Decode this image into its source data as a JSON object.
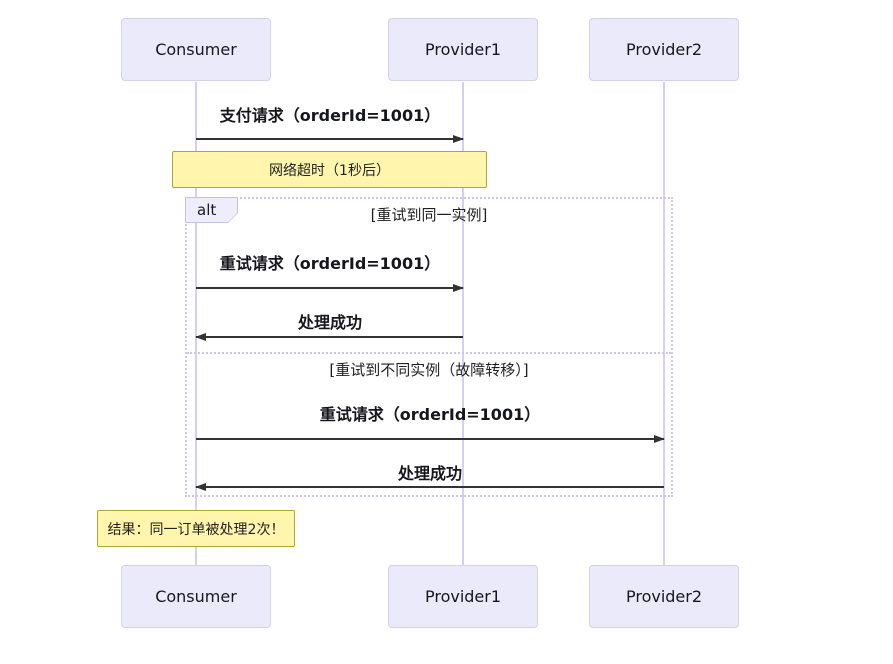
{
  "seq": {
    "participants": [
      {
        "name": "Consumer"
      },
      {
        "name": "Provider1"
      },
      {
        "name": "Provider2"
      }
    ],
    "messages": [
      {
        "label": "支付请求（orderId=1001）",
        "from": "Consumer",
        "to": "Provider1",
        "direction": "right",
        "line": "solid"
      },
      {
        "label": "重试请求（orderId=1001）",
        "from": "Consumer",
        "to": "Provider1",
        "direction": "right",
        "line": "solid"
      },
      {
        "label": "处理成功",
        "from": "Provider1",
        "to": "Consumer",
        "direction": "left",
        "line": "solid"
      },
      {
        "label": "重试请求（orderId=1001）",
        "from": "Consumer",
        "to": "Provider2",
        "direction": "right",
        "line": "solid"
      },
      {
        "label": "处理成功",
        "from": "Provider2",
        "to": "Consumer",
        "direction": "left",
        "line": "solid"
      }
    ],
    "notes": [
      {
        "text": "网络超时（1秒后）",
        "over": [
          "Consumer",
          "Provider1"
        ]
      },
      {
        "text": "结果：同一订单被处理2次！",
        "position": "left of Consumer"
      }
    ],
    "alt": {
      "keyword": "alt",
      "conditions": [
        "[重试到同一实例]",
        "[重试到不同实例（故障转移）]"
      ]
    },
    "colors": {
      "actor_fill": "#eaeafb",
      "actor_border": "#d6d0e8",
      "lifeline": "#d7cfef",
      "message_line": "#333333",
      "note_fill": "#fff5ad",
      "note_border": "#aaaa33",
      "frame_border": "#cfc5ea",
      "alt_tab_fill": "#ededfb"
    }
  }
}
